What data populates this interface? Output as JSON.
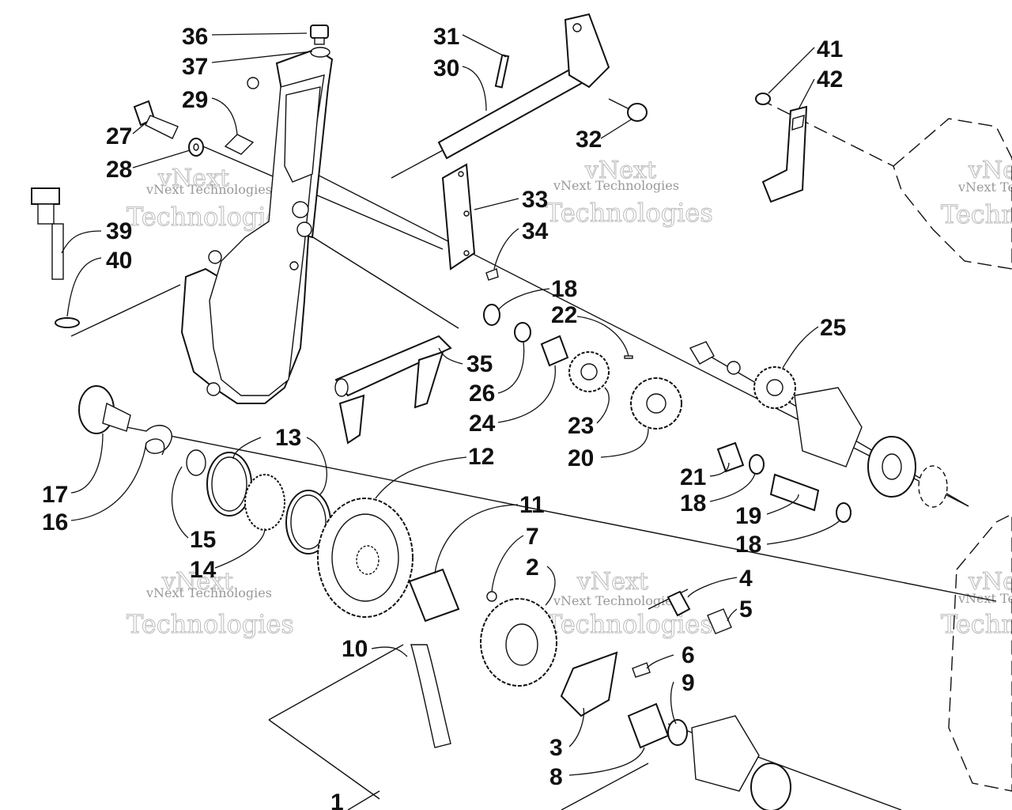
{
  "diagram": {
    "labels": [
      "36",
      "37",
      "29",
      "27",
      "28",
      "39",
      "40",
      "31",
      "30",
      "32",
      "33",
      "34",
      "41",
      "42",
      "18",
      "22",
      "35",
      "26",
      "24",
      "23",
      "20",
      "25",
      "21",
      "19",
      "17",
      "16",
      "15",
      "14",
      "13",
      "12",
      "11",
      "7",
      "2",
      "4",
      "5",
      "10",
      "6",
      "9",
      "3",
      "8",
      "1"
    ],
    "watermark_line1": "vNext",
    "watermark_line2": "Technologies",
    "watermark_small": "vNext Technologies"
  }
}
